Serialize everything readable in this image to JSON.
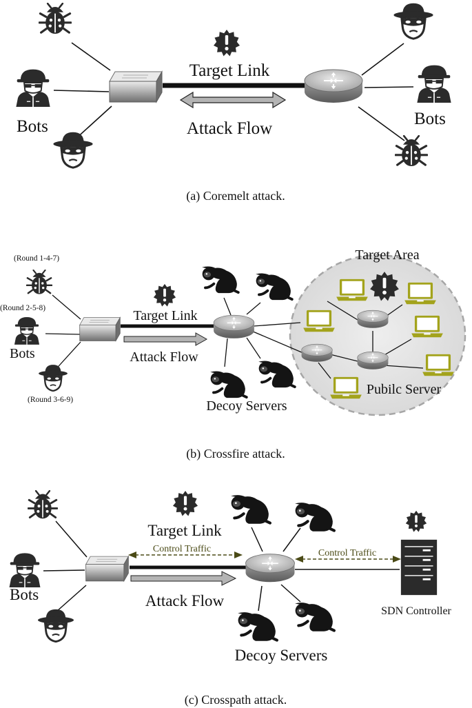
{
  "panel_a": {
    "target_link": "Target Link",
    "attack_flow": "Attack Flow",
    "bots_left": "Bots",
    "bots_right": "Bots",
    "caption": "(a)  Coremelt attack."
  },
  "panel_b": {
    "round_1": "(Round 1-4-7)",
    "round_2": "(Round 2-5-8)",
    "round_3": "(Round 3-6-9)",
    "bots": "Bots",
    "target_link": "Target Link",
    "attack_flow": "Attack Flow",
    "decoy_servers": "Decoy Servers",
    "target_area": "Target Area",
    "public_server": "Pubilc Server",
    "caption": "(b)  Crossfire attack."
  },
  "panel_c": {
    "target_link": "Target Link",
    "control_traffic_left": "Control Traffic",
    "control_traffic_right": "Control Traffic",
    "attack_flow": "Attack Flow",
    "bots": "Bots",
    "decoy_servers": "Decoy Servers",
    "sdn_controller": "SDN Controller",
    "caption": "(c)  Crosspath attack."
  },
  "colors": {
    "icon": "#2b2b2b",
    "server_olive": "#a3a31c",
    "target_area_fill": "#e2e2e2",
    "control_traffic": "#4a4a16"
  },
  "icons": [
    "bug-icon",
    "hacker-icon",
    "spy-icon",
    "alert-icon",
    "switch-icon",
    "router-icon",
    "sloth-icon",
    "laptop-icon",
    "server-rack-icon"
  ]
}
